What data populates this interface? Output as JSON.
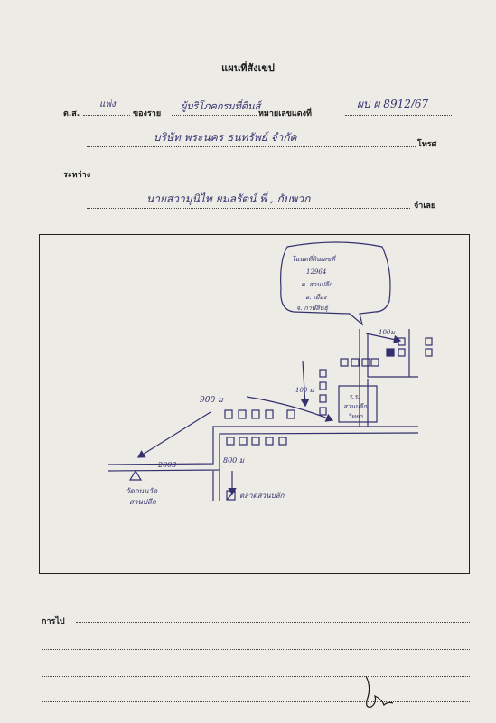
{
  "doc": {
    "title": "แผนที่สังเขป",
    "labels": {
      "location": "ต.ส.",
      "road_label": "ของราย",
      "deed_no": "หมายเลขแดงที่",
      "phone": "โทรศ",
      "between": "ระหว่าง",
      "defendant": "จำเลย",
      "travel": "การไป"
    },
    "handwritten": {
      "court": "แพ่ง",
      "case_type": "ผู้บริโภคกรมที่ดินส์",
      "case_no": "ผบ ผ 8912/67",
      "plaintiff": "บริษัท พระนคร ธนทรัพย์ จำกัด",
      "defendant": "นายสวามุนิไพ ยมลรัตน์ พี่ , กับพวก"
    }
  },
  "map": {
    "bubble_lines": [
      "โฉนดที่ดินเลขที่",
      "12964",
      "ต. สวนปลีก",
      "อ. เมือง",
      "จ. กาฬสินธุ์"
    ],
    "dist_900": "900 ม",
    "dist_100_a": "100 ม",
    "dist_100_b": "100ม",
    "dist_800": "800 ม",
    "road_no": "2003",
    "school": [
      "ร.ร.",
      "สวนปลีก",
      "วิทยา"
    ],
    "temple": [
      "วัดถนนวัด",
      "สวนปลีก"
    ],
    "market": "ตลาดสวนปลีก"
  },
  "colors": {
    "ink": "#34306e",
    "print": "#1a1a1a",
    "paper": "#ecebe6"
  }
}
